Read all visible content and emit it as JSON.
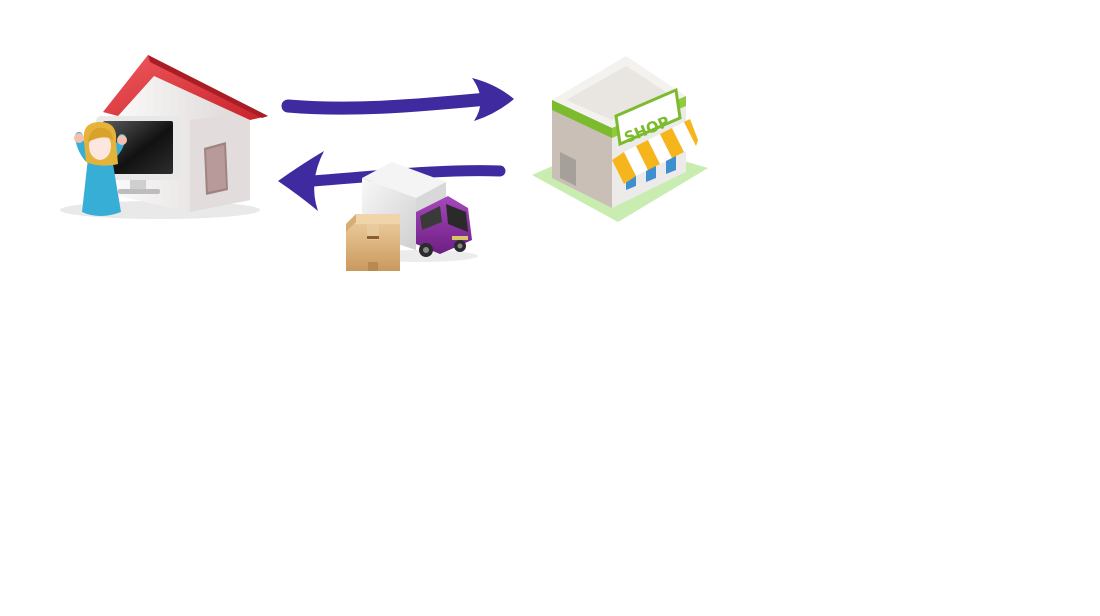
{
  "diagram": {
    "nodes": {
      "home": {
        "icon": "house-with-computer-and-person-icon"
      },
      "shop": {
        "icon": "shop-building-icon",
        "sign_text": "SHOP"
      },
      "delivery": {
        "icon": "delivery-truck-icon",
        "package_icon": "cardboard-box-icon"
      }
    },
    "edges": [
      {
        "from": "home",
        "to": "shop",
        "icon": "arrow-right-icon"
      },
      {
        "from": "shop",
        "to": "home",
        "icon": "arrow-left-icon"
      }
    ]
  },
  "colors": {
    "arrow": "#3f2aa0",
    "roof": "#e0383e",
    "house_wall": "#f1eeee",
    "person_dress": "#37aed6",
    "person_hair": "#e6b33a",
    "truck_cab": "#8a2fa0",
    "box": "#d9b27c",
    "shop_trim": "#7dbb2e",
    "awning_yellow": "#f6b51b",
    "shop_ground": "#c9ecb0"
  }
}
